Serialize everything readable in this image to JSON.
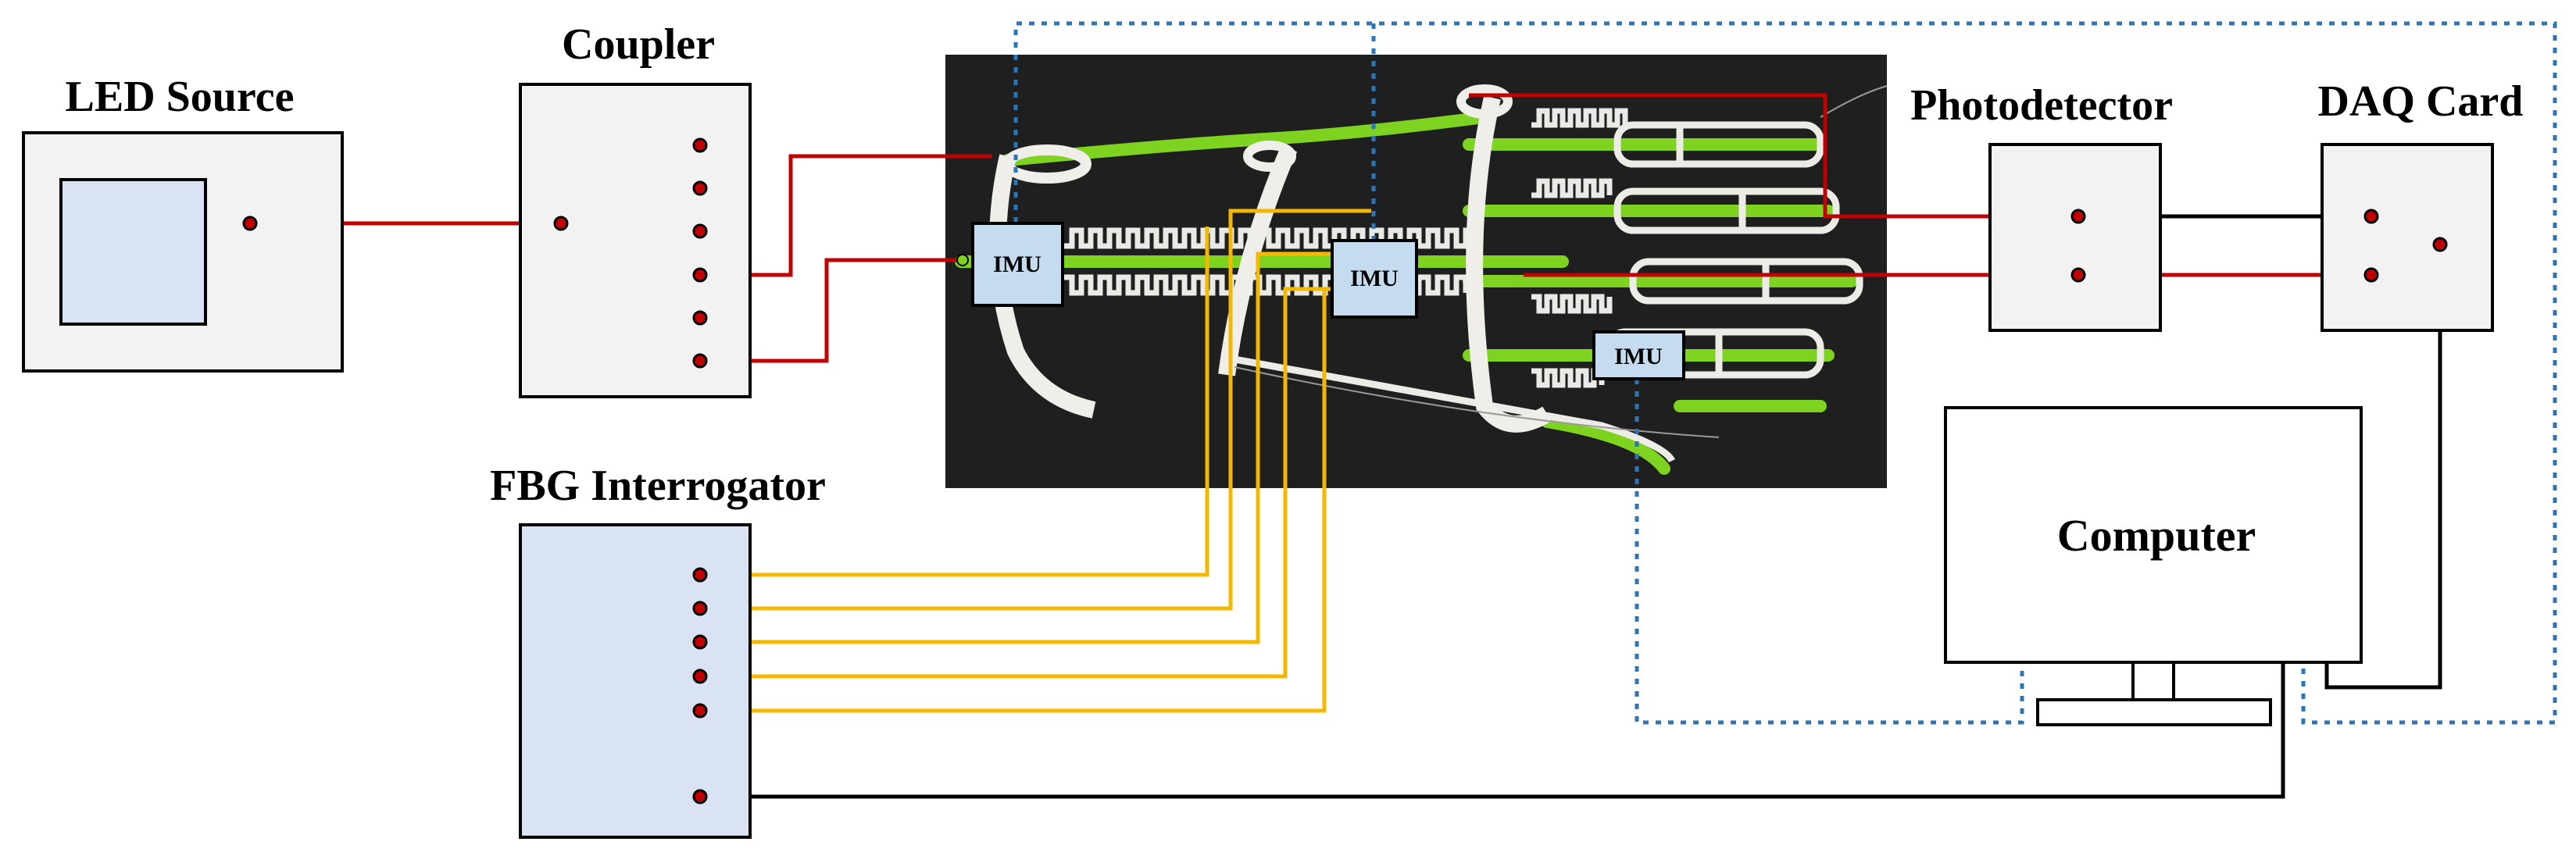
{
  "labels": {
    "led_source": "LED Source",
    "coupler": "Coupler",
    "photodetector": "Photodetector",
    "daq_card": "DAQ Card",
    "fbg_interrogator": "FBG Interrogator",
    "computer": "Computer",
    "imu_1": "IMU",
    "imu_2": "IMU",
    "imu_3": "IMU"
  },
  "colors": {
    "optical_fiber": "#c00000",
    "fbg_fiber": "#f5b800",
    "electrical_wire": "#000000",
    "imu_link": "#2e75b6",
    "instrument_box": "#f2f2f2",
    "interrogator_box": "#dae3f3",
    "imu_box": "#c5dbf0",
    "connector_dot": "#c00000",
    "green_fiber": "#7ed321",
    "photo_background": "#1c1c1c"
  }
}
